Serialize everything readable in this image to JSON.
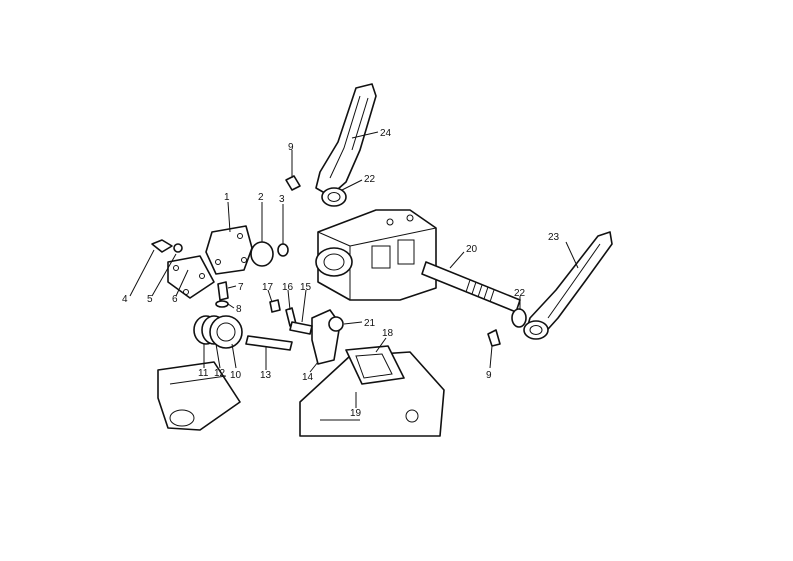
{
  "callouts": {
    "c1": "1",
    "c2": "2",
    "c3": "3",
    "c4": "4",
    "c5": "5",
    "c6": "6",
    "c7": "7",
    "c8": "8",
    "c9a": "9",
    "c9b": "9",
    "c10": "10",
    "c11": "11",
    "c12": "12",
    "c13": "13",
    "c14": "14",
    "c15": "15",
    "c16": "16",
    "c17": "17",
    "c18": "18",
    "c19": "19",
    "c20": "20",
    "c21": "21",
    "c22a": "22",
    "c22b": "22",
    "c23": "23",
    "c24": "24"
  }
}
